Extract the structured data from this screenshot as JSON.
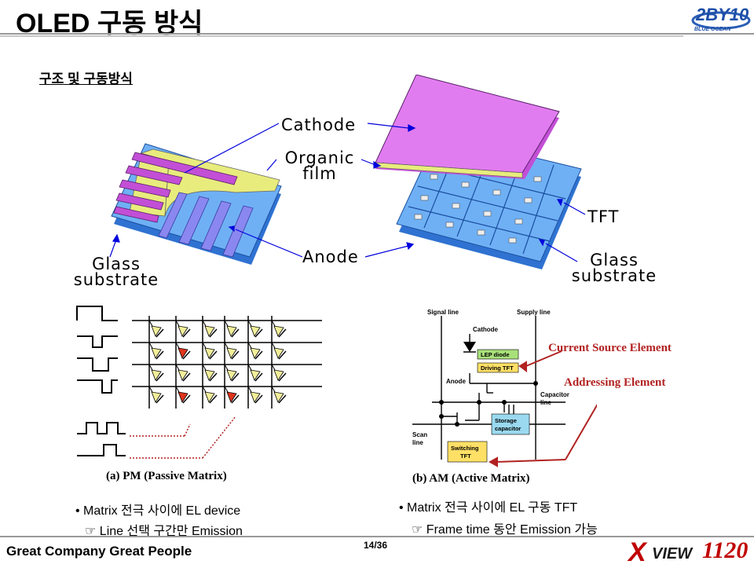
{
  "header": {
    "title": "OLED 구동 방식",
    "logo_text": "2BY10",
    "logo_sub": "BLUE OCEAN"
  },
  "section": {
    "title": "구조 및 구동방식"
  },
  "structure_labels": {
    "cathode": "Cathode",
    "organic_line1": "Organic",
    "organic_line2": "film",
    "tft": "TFT",
    "anode": "Anode",
    "glass_left_line1": "Glass",
    "glass_left_line2": "substrate",
    "glass_right_line1": "Glass",
    "glass_right_line2": "substrate"
  },
  "pm": {
    "caption": "(a) PM (Passive Matrix)",
    "bullet1": "Matrix 전극 사이에 EL device",
    "bullet2": "☞ Line 선택 구간만 Emission"
  },
  "am": {
    "caption": "(b) AM (Active Matrix)",
    "signal_line": "Signal line",
    "supply_line": "Supply line",
    "cathode": "Cathode",
    "lep_diode": "LEP diode",
    "driving_tft": "Driving TFT",
    "anode": "Anode",
    "capacitor_line1": "Capacitor",
    "capacitor_line2": "line",
    "storage_line1": "Storage",
    "storage_line2": "capacitor",
    "scan_line1": "Scan",
    "scan_line2": "line",
    "switching_line1": "Switching",
    "switching_line2": "TFT",
    "current_source": "Current Source Element",
    "addressing": "Addressing Element",
    "bullet1": "Matrix 전극 사이에 EL 구동 TFT",
    "bullet2": "☞ Frame time 동안 Emission 가능"
  },
  "footer": {
    "left": "Great Company Great People",
    "page": "14/36",
    "brand_x": "X",
    "brand_view": "VIEW",
    "brand_num": "1120"
  },
  "colors": {
    "cathode_magenta": "#c24fd6",
    "organic_yellow": "#e8ec7c",
    "glass_blue": "#3d8fe8",
    "anode_purple": "#8a88f0",
    "accent_red": "#b22222"
  }
}
